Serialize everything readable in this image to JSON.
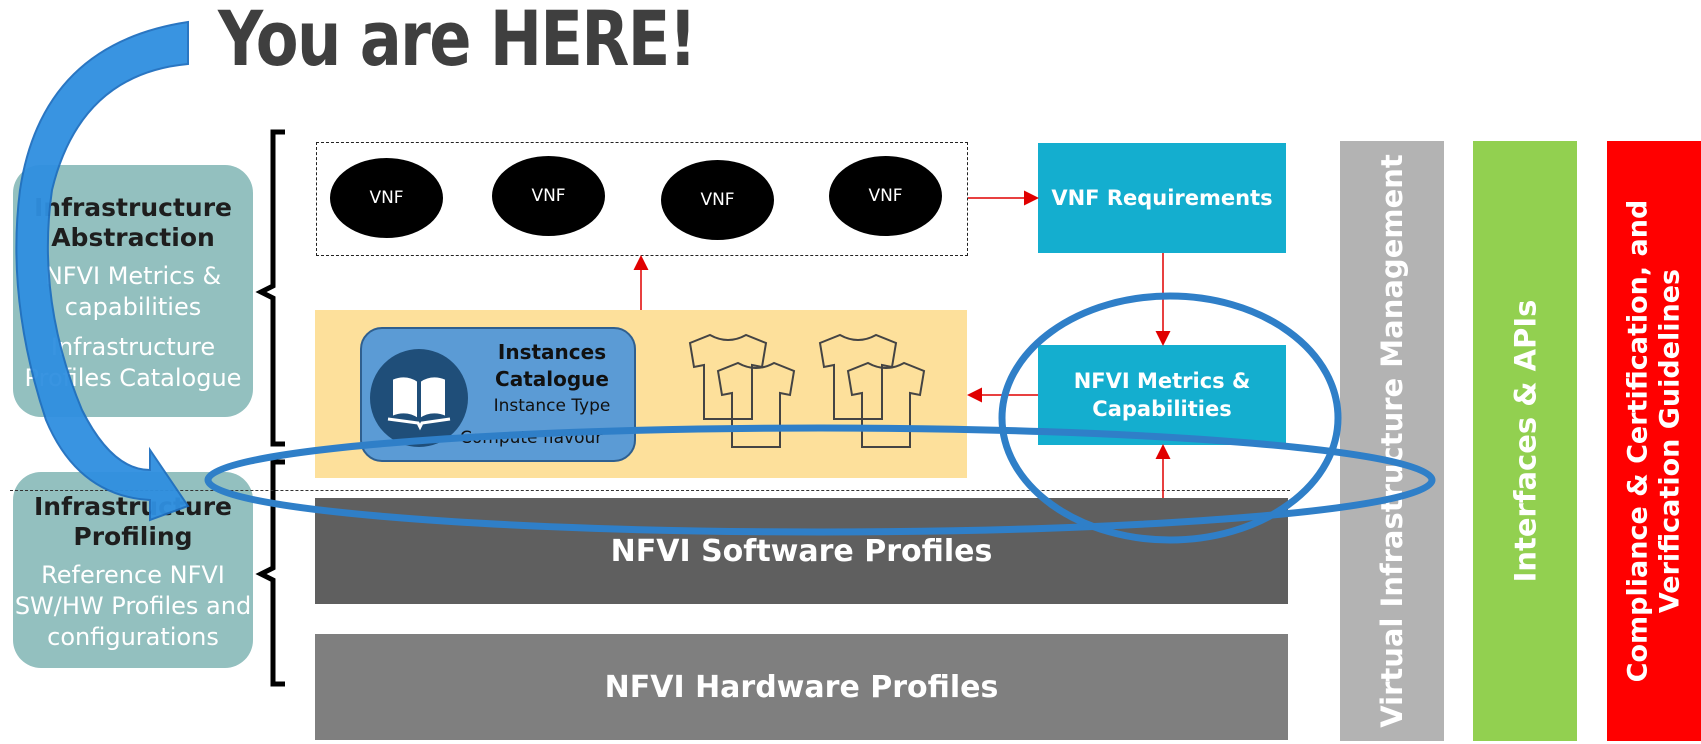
{
  "headline": "You are HERE!",
  "left_panels": [
    {
      "title_lines": [
        "Infrastructure",
        "Abstraction"
      ],
      "body_lines": [
        "NFVI Metrics &",
        "capabilities",
        "Infrastructure",
        "Profiles Catalogue"
      ]
    },
    {
      "title_lines": [
        "Infrastructure",
        "Profiling"
      ],
      "body_lines": [
        "Reference NFVI",
        "SW/HW Profiles and",
        "configurations"
      ]
    }
  ],
  "vnfs": [
    "VNF",
    "VNF",
    "VNF",
    "VNF"
  ],
  "vnf_requirements": "VNF Requirements",
  "nfvi_metrics": [
    "NFVI Metrics &",
    "Capabilities"
  ],
  "catalogue": {
    "title_lines": [
      "Instances",
      "Catalogue"
    ],
    "sub_lines": [
      "Instance Type",
      "Compute flavour"
    ],
    "icon": "book-icon"
  },
  "shirt_icon": "tshirt-icon",
  "software_profiles": "NFVI Software Profiles",
  "hardware_profiles": "NFVI Hardware Profiles",
  "vertical_bars": [
    {
      "lines": [
        "Virtual Infrastructure Management"
      ],
      "color": "#b3b3b3"
    },
    {
      "lines": [
        "Interfaces & APIs"
      ],
      "color": "#92d050"
    },
    {
      "lines": [
        "Compliance & Certification, and",
        "Verification Guidelines"
      ],
      "color": "#ff0000"
    }
  ],
  "colors": {
    "arrow_red": "#e00000",
    "highlight_blue": "#2f7fc8",
    "teal": "#14aecf",
    "yellow": "#fde09b"
  }
}
